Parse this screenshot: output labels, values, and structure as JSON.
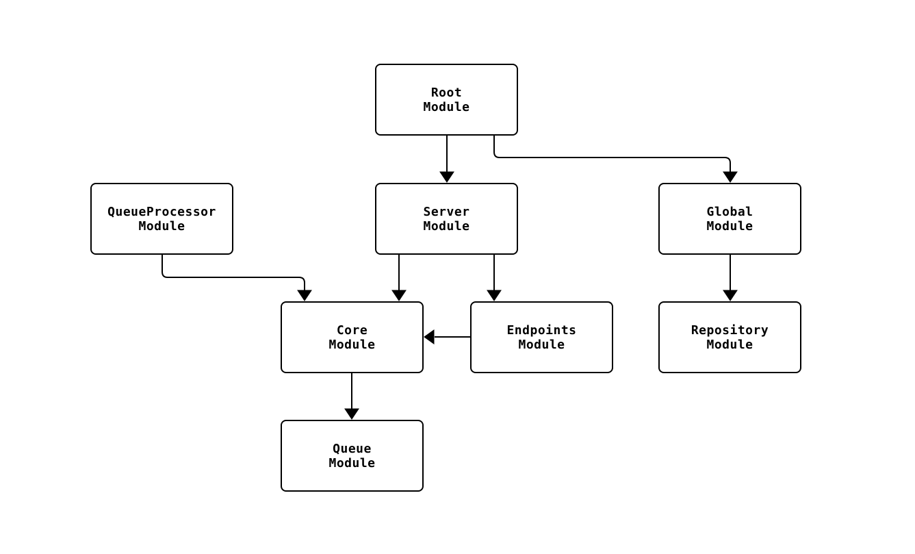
{
  "diagram": {
    "type": "module-dependency-graph",
    "background_color": "#ffffff",
    "node_fill_color": "#ffffff",
    "node_border_color": "#000000",
    "text_color": "#000000",
    "edge_color": "#000000",
    "nodes": [
      {
        "id": "root",
        "label_line1": "Root",
        "label_line2": "Module"
      },
      {
        "id": "queueprocessor",
        "label_line1": "QueueProcessor",
        "label_line2": "Module"
      },
      {
        "id": "server",
        "label_line1": "Server",
        "label_line2": "Module"
      },
      {
        "id": "global",
        "label_line1": "Global",
        "label_line2": "Module"
      },
      {
        "id": "core",
        "label_line1": "Core",
        "label_line2": "Module"
      },
      {
        "id": "endpoints",
        "label_line1": "Endpoints",
        "label_line2": "Module"
      },
      {
        "id": "repository",
        "label_line1": "Repository",
        "label_line2": "Module"
      },
      {
        "id": "queue",
        "label_line1": "Queue",
        "label_line2": "Module"
      }
    ],
    "edges": [
      {
        "from": "Root Module",
        "to": "Server Module"
      },
      {
        "from": "Root Module",
        "to": "Global Module"
      },
      {
        "from": "QueueProcessor Module",
        "to": "Core Module"
      },
      {
        "from": "Server Module",
        "to": "Core Module"
      },
      {
        "from": "Server Module",
        "to": "Endpoints Module"
      },
      {
        "from": "Endpoints Module",
        "to": "Core Module"
      },
      {
        "from": "Global Module",
        "to": "Repository Module"
      },
      {
        "from": "Core Module",
        "to": "Queue Module"
      }
    ]
  }
}
